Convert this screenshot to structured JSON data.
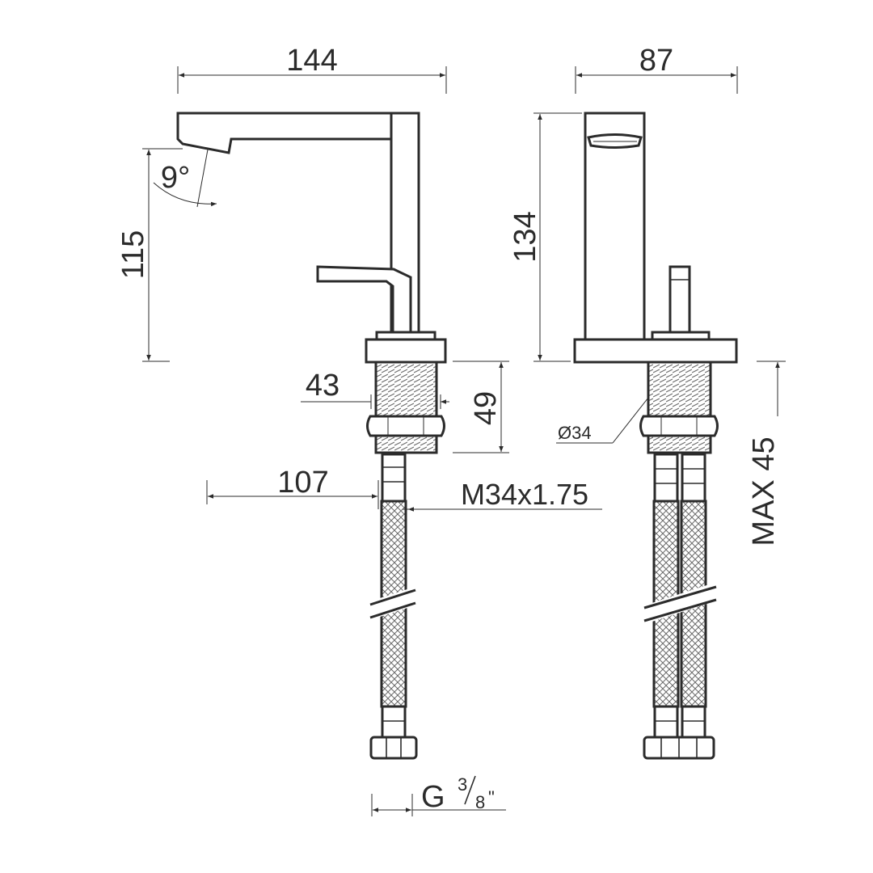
{
  "colors": {
    "line": "#2b2b2b",
    "background": "#ffffff"
  },
  "side_view": {
    "width_144": "144",
    "height_115": "115",
    "spout_angle": "9°",
    "thread_dia_43": "43",
    "thread_len_49": "49",
    "offset_107": "107",
    "thread_spec": "M34x1.75",
    "connection": "G",
    "connection_num": "3",
    "connection_den": "8",
    "connection_inch": "\""
  },
  "front_view": {
    "width_87": "87",
    "height_134": "134",
    "hole_dia": "Ø34",
    "max_deck": "MAX 45"
  }
}
